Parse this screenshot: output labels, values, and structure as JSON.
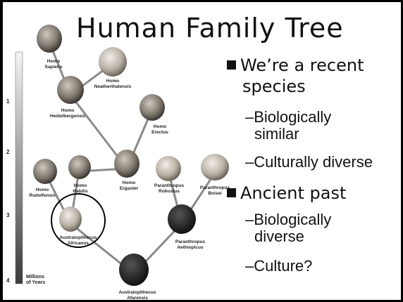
{
  "slide": {
    "title": "Human Family Tree",
    "bullets": [
      {
        "level": 1,
        "text": "We’re a recent"
      },
      {
        "level": 1,
        "text": "species",
        "cont": true
      },
      {
        "level": 2,
        "text": "–Biologically"
      },
      {
        "level": 2,
        "text": "similar",
        "cont": true
      },
      {
        "level": 2,
        "text": "–Culturally diverse"
      },
      {
        "level": 1,
        "text": "Ancient past"
      },
      {
        "level": 2,
        "text": "–Biologically"
      },
      {
        "level": 2,
        "text": "diverse",
        "cont": true
      },
      {
        "level": 2,
        "text": "–Culture?"
      }
    ]
  },
  "figure": {
    "scale_ticks": [
      "1",
      "2",
      "3",
      "4"
    ],
    "scale_label": [
      "Millions",
      "of Years"
    ],
    "species": [
      {
        "id": "sapiens",
        "label": [
          "Homo",
          "Sapiens"
        ]
      },
      {
        "id": "neanderthal",
        "label": [
          "Homo",
          "Neatherthalensis"
        ]
      },
      {
        "id": "heidelbergensis",
        "label": [
          "Homo",
          "Heidelbergensis"
        ]
      },
      {
        "id": "erectus",
        "label": [
          "Homo",
          "Erectus"
        ]
      },
      {
        "id": "ergaster",
        "label": [
          "Homo",
          "Ergaster"
        ]
      },
      {
        "id": "rudolfensis",
        "label": [
          "Homo",
          "Rudolfensis"
        ]
      },
      {
        "id": "habilis",
        "label": [
          "Homo",
          "Habilis"
        ]
      },
      {
        "id": "robustus",
        "label": [
          "Paranthropus",
          "Robustus"
        ]
      },
      {
        "id": "boisei",
        "label": [
          "Paranthropus",
          "Boisei"
        ]
      },
      {
        "id": "africanus",
        "label": [
          "Australopithecus",
          "Africanus"
        ]
      },
      {
        "id": "aethiopicus",
        "label": [
          "Paranthropus",
          "Aethiopicus"
        ]
      },
      {
        "id": "afarensis",
        "label": [
          "Australopithecus",
          "Afarensis"
        ]
      }
    ],
    "colors": {
      "branch": "#8a8a8a",
      "skull_light": "#d9d3c8",
      "skull_dark": "#1a1a1a",
      "circle": "#000000"
    }
  }
}
